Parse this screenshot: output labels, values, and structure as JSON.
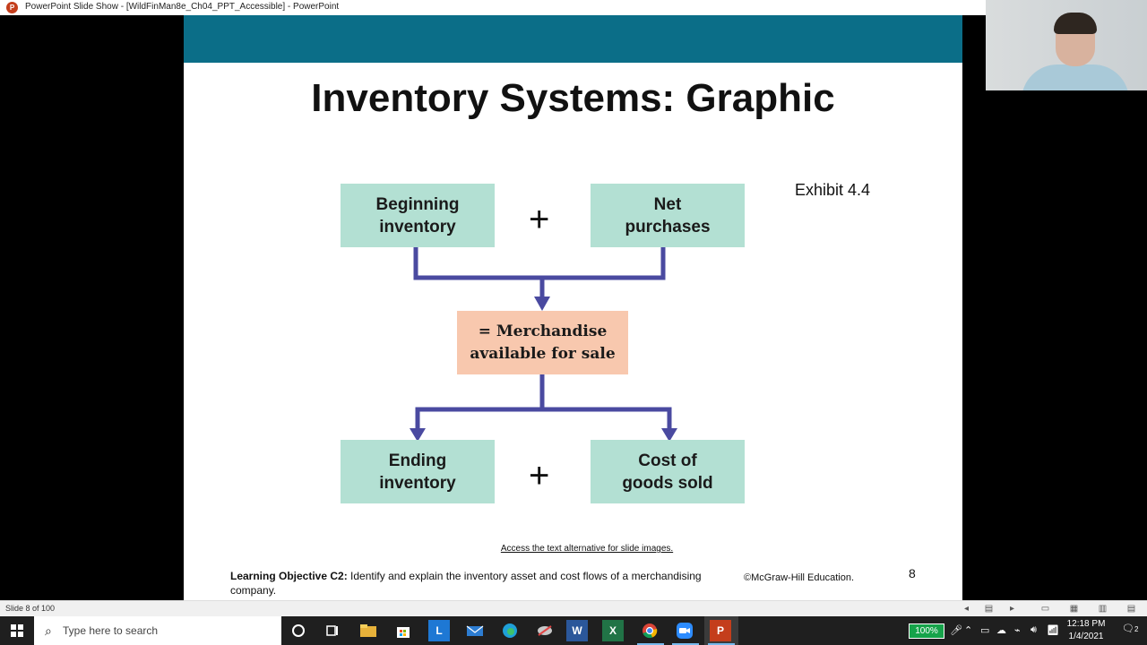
{
  "window": {
    "title": "PowerPoint Slide Show - [WildFinMan8e_Ch04_PPT_Accessible] - PowerPoint",
    "app_icon": "P"
  },
  "slide": {
    "title": "Inventory Systems: Graphic",
    "exhibit": "Exhibit 4.4",
    "boxes": {
      "beginning": "Beginning\ninventory",
      "net": "Net\npurchases",
      "merch": "= Merchandise\navailable for sale",
      "ending": "Ending\ninventory",
      "cogs": "Cost of\ngoods sold"
    },
    "plus": "+",
    "alt_link": "Access the text alternative for slide images.",
    "lo_label": "Learning Objective C2:",
    "lo_text": "Identify and explain the inventory asset and cost flows of a merchandising company.",
    "copyright": "©McGraw-Hill Education.",
    "number": "8",
    "colors": {
      "band": "#0b6e88",
      "box_green": "#b3e0d3",
      "box_orange": "#f8c8ae",
      "connector": "#4a4aa0"
    }
  },
  "statusbar": {
    "slide_indicator": "Slide 8 of 100"
  },
  "taskbar": {
    "search_placeholder": "Type here to search",
    "battery": "100%",
    "time": "12:18 PM",
    "date": "1/4/2021",
    "notification_count": "2",
    "apps": [
      "cortana-icon",
      "task-view-icon",
      "file-explorer-icon",
      "store-icon",
      "l-app-icon",
      "mail-icon",
      "edge-icon",
      "network-app-icon",
      "word-icon",
      "excel-icon",
      "chrome-icon",
      "zoom-icon",
      "powerpoint-icon"
    ]
  }
}
